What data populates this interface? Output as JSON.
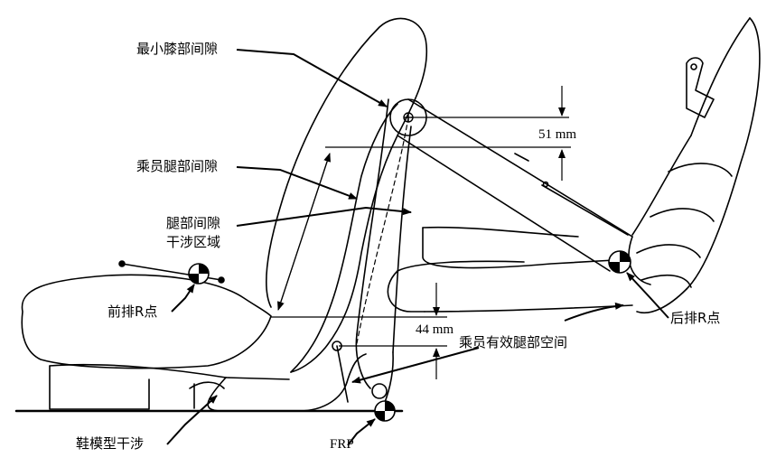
{
  "labels": {
    "min_knee_clearance": "最小膝部间隙",
    "occupant_leg_clearance": "乘员腿部间隙",
    "leg_interference_line1": "腿部间隙",
    "leg_interference_line2": "干涉区域",
    "front_r_point": "前排R点",
    "rear_r_point": "后排R点",
    "effective_leg_space": "乘员有效腿部空间",
    "shoe_interference": "鞋模型干涉",
    "frp": "FRP"
  },
  "dimensions": {
    "upper_gap": "51 mm",
    "lower_gap": "44 mm"
  }
}
